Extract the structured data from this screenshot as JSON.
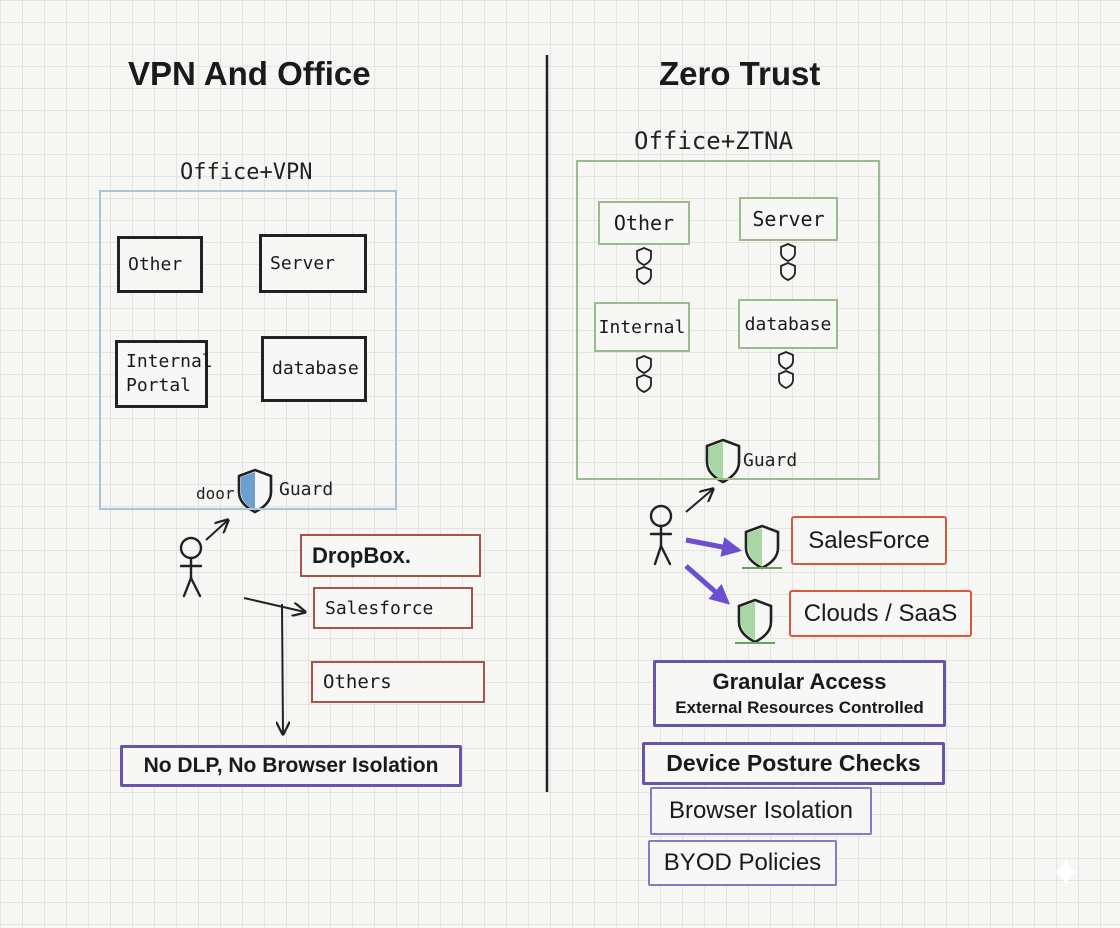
{
  "colors": {
    "vpn_region": "#a9c3d8",
    "ztna_region": "#9bbb8e",
    "red_outline": "#a5544a",
    "orange_outline": "#d9583b",
    "purple_outline": "#6a53a8",
    "purple_arrow": "#6b4fd0",
    "shield_blue": "#6d9ed0",
    "shield_green": "#a9d6a5"
  },
  "left": {
    "title": "VPN And Office",
    "region_label": "Office+VPN",
    "boxes": {
      "other": "Other",
      "server": "Server",
      "internal_line1": "Internal",
      "internal_line2": "Portal",
      "database": "database"
    },
    "door_label": "door",
    "guard_label": "Guard",
    "external": {
      "dropbox": "DropBox.",
      "salesforce": "Salesforce",
      "others": "Others"
    },
    "note": "No DLP, No Browser Isolation"
  },
  "right": {
    "title": "Zero Trust",
    "region_label": "Office+ZTNA",
    "boxes": {
      "other": "Other",
      "server": "Server",
      "internal": "Internal",
      "database": "database"
    },
    "guard_label": "Guard",
    "external": {
      "salesforce": "SalesForce",
      "clouds": "Clouds / SaaS"
    },
    "granular_title": "Granular Access",
    "granular_sub": "External Resources Controlled",
    "posture": "Device Posture Checks",
    "browser_isolation": "Browser Isolation",
    "byod": "BYOD Policies"
  },
  "icons": [
    "shield-icon",
    "stick-figure-icon",
    "arrow-icon"
  ]
}
